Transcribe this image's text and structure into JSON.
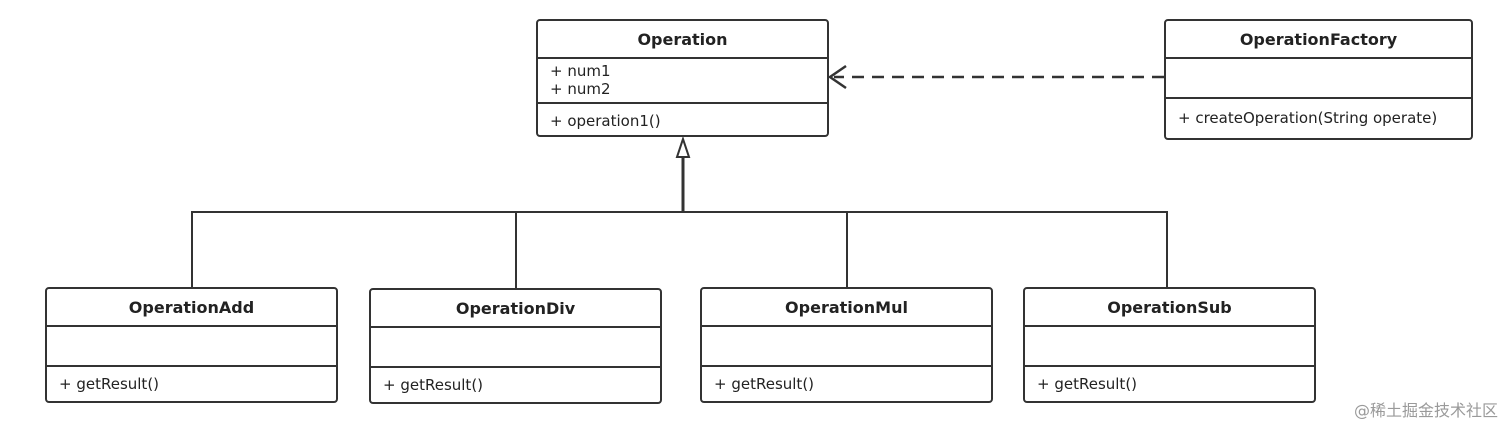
{
  "classes": {
    "operation": {
      "name": "Operation",
      "attributes": [
        "+ num1",
        "+ num2"
      ],
      "methods": [
        "+ operation1()"
      ]
    },
    "factory": {
      "name": "OperationFactory",
      "attributes": [],
      "methods": [
        "+ createOperation(String operate)"
      ]
    },
    "add": {
      "name": "OperationAdd",
      "attributes": [],
      "methods": [
        "+ getResult()"
      ]
    },
    "div": {
      "name": "OperationDiv",
      "attributes": [],
      "methods": [
        "+ getResult()"
      ]
    },
    "mul": {
      "name": "OperationMul",
      "attributes": [],
      "methods": [
        "+ getResult()"
      ]
    },
    "sub": {
      "name": "OperationSub",
      "attributes": [],
      "methods": [
        "+ getResult()"
      ]
    }
  },
  "relations": [
    {
      "type": "dependency",
      "from": "OperationFactory",
      "to": "Operation"
    },
    {
      "type": "generalization",
      "from": "OperationAdd",
      "to": "Operation"
    },
    {
      "type": "generalization",
      "from": "OperationDiv",
      "to": "Operation"
    },
    {
      "type": "generalization",
      "from": "OperationMul",
      "to": "Operation"
    },
    {
      "type": "generalization",
      "from": "OperationSub",
      "to": "Operation"
    }
  ],
  "watermark": "@稀土掘金技术社区",
  "colors": {
    "stroke": "#333333",
    "text": "#222222",
    "watermark": "#9a9a9a",
    "background": "#ffffff"
  }
}
